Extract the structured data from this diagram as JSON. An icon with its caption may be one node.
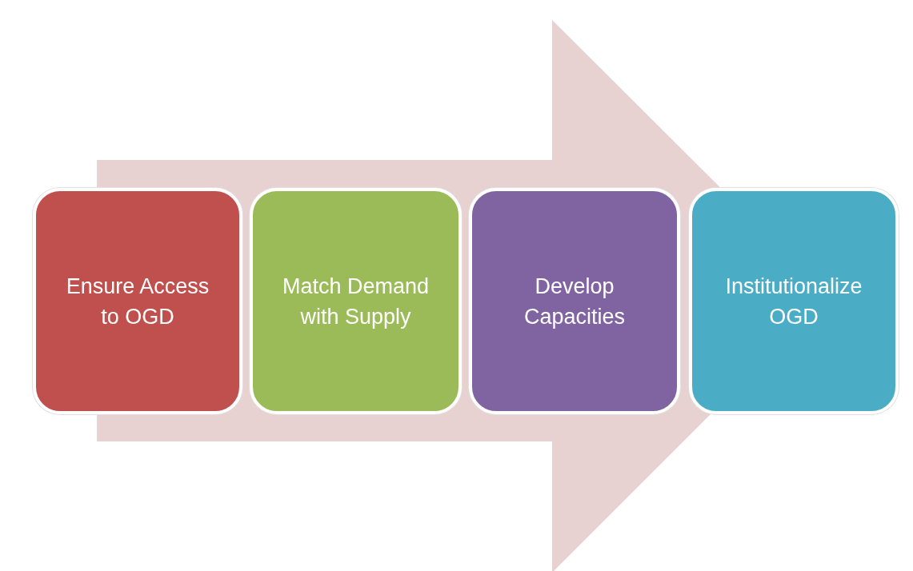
{
  "diagram": {
    "nodes": [
      {
        "text": [
          "Ensure Access to OGD"
        ]
      },
      {
        "text": [
          "Match Demand with Supply"
        ]
      },
      {
        "text": [
          "Develop Capacities"
        ]
      },
      {
        "text": [
          "Institutionalize OGD"
        ]
      }
    ],
    "edges": [
      {
        "from": 0,
        "to": 3,
        "arrow": "to"
      }
    ]
  }
}
